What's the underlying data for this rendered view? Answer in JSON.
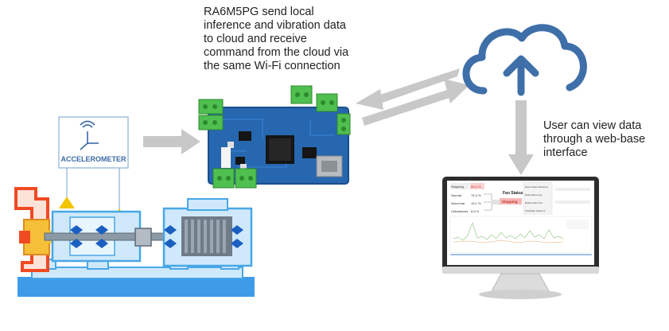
{
  "board_caption": [
    "RA6M5PG send local",
    "inference and vibration data",
    "to cloud and receive",
    "command from the cloud via",
    "the same Wi-Fi connection"
  ],
  "web_caption": [
    "User can view data",
    "through a web-base",
    "interface"
  ],
  "sensor_label": "ACCELEROMETER",
  "dashboard": {
    "status_top": "Stopping",
    "status_top_value": "84.6 %",
    "rows": [
      {
        "label": "Normal",
        "value": "76.3 %"
      },
      {
        "label": "Abnormal",
        "value": "15.1 %"
      },
      {
        "label": "Unbalanced",
        "value": "8.6 %"
      }
    ],
    "fan_status_title": "Fan Status",
    "fan_status_value": "Stopping",
    "side_boxes": [
      "Device Status Monitoring",
      "Model Status none",
      "Model Create Time",
      "Predictable Classes 3"
    ]
  },
  "colors": {
    "cloud": "#3f6fa8",
    "arrow": "#c8c8c8",
    "machine_outline": "#49a7e6",
    "machine_fill": "#cfe9fb",
    "base": "#3d9be8",
    "pump_housing": "#f04a23",
    "impeller": "#f5c038",
    "warning": "#f3c500",
    "pcb": "#2667b0",
    "terminal": "#4fbf4f",
    "monitor": "#2d2d2d"
  }
}
